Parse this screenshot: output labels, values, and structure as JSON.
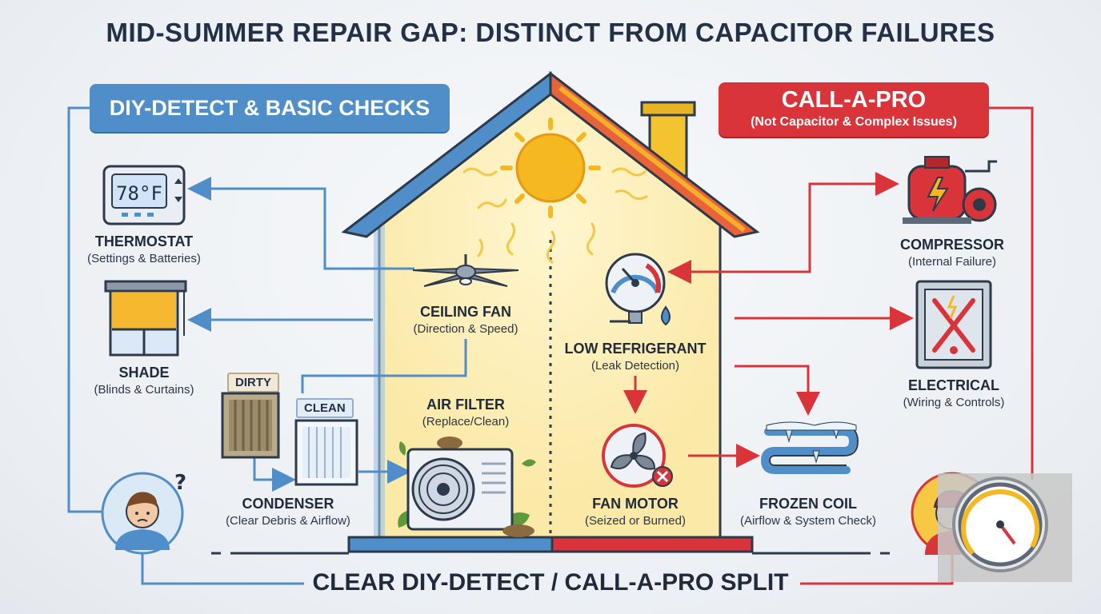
{
  "title": "MID-SUMMER REPAIR GAP: DISTINCT FROM CAPACITOR FAILURES",
  "left_banner": "DIY-DETECT & BASIC CHECKS",
  "right_banner": {
    "title": "CALL-A-PRO",
    "subtitle": "(Not Capacitor & Complex Issues)"
  },
  "diy_items": [
    {
      "title": "THERMOSTAT",
      "subtitle": "(Settings & Batteries)",
      "display": "78°F",
      "icon": "thermostat-icon"
    },
    {
      "title": "SHADE",
      "subtitle": "(Blinds & Curtains)",
      "icon": "window-shade-icon"
    },
    {
      "title": "CONDENSER",
      "subtitle": "(Clear Debris & Airflow)",
      "icon": "filter-icon"
    },
    {
      "title": "CEILING FAN",
      "subtitle": "(Direction & Speed)",
      "icon": "ceiling-fan-icon"
    },
    {
      "title": "AIR FILTER",
      "subtitle": "(Replace/Clean)",
      "icon": "condenser-unit-icon"
    }
  ],
  "filter_tags": {
    "dirty": "DIRTY",
    "clean": "CLEAN"
  },
  "pro_items": [
    {
      "title": "LOW REFRIGERANT",
      "subtitle": "(Leak Detection)",
      "icon": "pressure-gauge-icon"
    },
    {
      "title": "FAN MOTOR",
      "subtitle": "(Seized or Burned)",
      "icon": "fan-motor-icon"
    },
    {
      "title": "COMPRESSOR",
      "subtitle": "(Internal Failure)",
      "icon": "compressor-icon"
    },
    {
      "title": "ELECTRICAL",
      "subtitle": "(Wiring & Controls)",
      "icon": "electrical-panel-icon"
    },
    {
      "title": "FROZEN COIL",
      "subtitle": "(Airflow & System Check)",
      "icon": "frozen-coil-icon"
    }
  ],
  "bottom_text": "CLEAR DIY-DETECT / CALL-A-PRO SPLIT",
  "colors": {
    "diy_blue": "#4f8ec8",
    "pro_red": "#d8343a",
    "house_fill": "#fdf0c2",
    "sun": "#f6b820"
  }
}
